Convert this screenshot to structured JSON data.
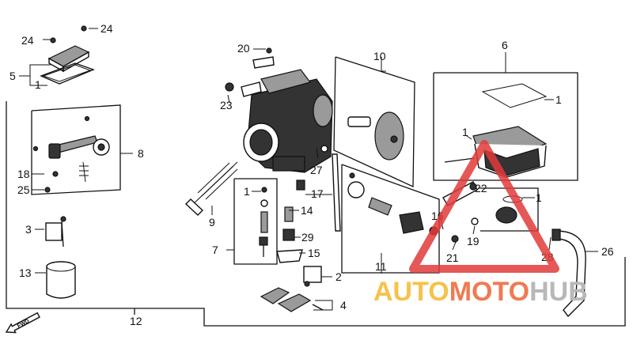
{
  "diagram": {
    "callouts": [
      {
        "id": "c24a",
        "text": "24"
      },
      {
        "id": "c24b",
        "text": "24"
      },
      {
        "id": "c5",
        "text": "5"
      },
      {
        "id": "c1a",
        "text": "1"
      },
      {
        "id": "c8",
        "text": "8"
      },
      {
        "id": "c18",
        "text": "18"
      },
      {
        "id": "c25",
        "text": "25"
      },
      {
        "id": "c3",
        "text": "3"
      },
      {
        "id": "c13",
        "text": "13"
      },
      {
        "id": "c20",
        "text": "20"
      },
      {
        "id": "c23",
        "text": "23"
      },
      {
        "id": "c10",
        "text": "10"
      },
      {
        "id": "c6",
        "text": "6"
      },
      {
        "id": "c1b",
        "text": "1"
      },
      {
        "id": "c1c",
        "text": "1"
      },
      {
        "id": "c27",
        "text": "27"
      },
      {
        "id": "c9",
        "text": "9"
      },
      {
        "id": "c1d",
        "text": "1"
      },
      {
        "id": "c14",
        "text": "14"
      },
      {
        "id": "c17",
        "text": "17"
      },
      {
        "id": "c22",
        "text": "22"
      },
      {
        "id": "c1e",
        "text": "1"
      },
      {
        "id": "c7",
        "text": "7"
      },
      {
        "id": "c29",
        "text": "29"
      },
      {
        "id": "c15",
        "text": "15"
      },
      {
        "id": "c16",
        "text": "16"
      },
      {
        "id": "c19",
        "text": "19"
      },
      {
        "id": "c11",
        "text": "11"
      },
      {
        "id": "c21",
        "text": "21"
      },
      {
        "id": "c28",
        "text": "28"
      },
      {
        "id": "c26",
        "text": "26"
      },
      {
        "id": "c2",
        "text": "2"
      },
      {
        "id": "c4",
        "text": "4"
      },
      {
        "id": "c12",
        "text": "12"
      }
    ],
    "fwd_label": "FWD",
    "watermark": {
      "part1": "AUTO",
      "part2": "MOTO",
      "part3": "HUB",
      "color_auto": "#f6c24a",
      "color_moto": "#f07a52",
      "color_hub": "#b8b8b8",
      "triangle_color": "#e23a3a"
    }
  }
}
